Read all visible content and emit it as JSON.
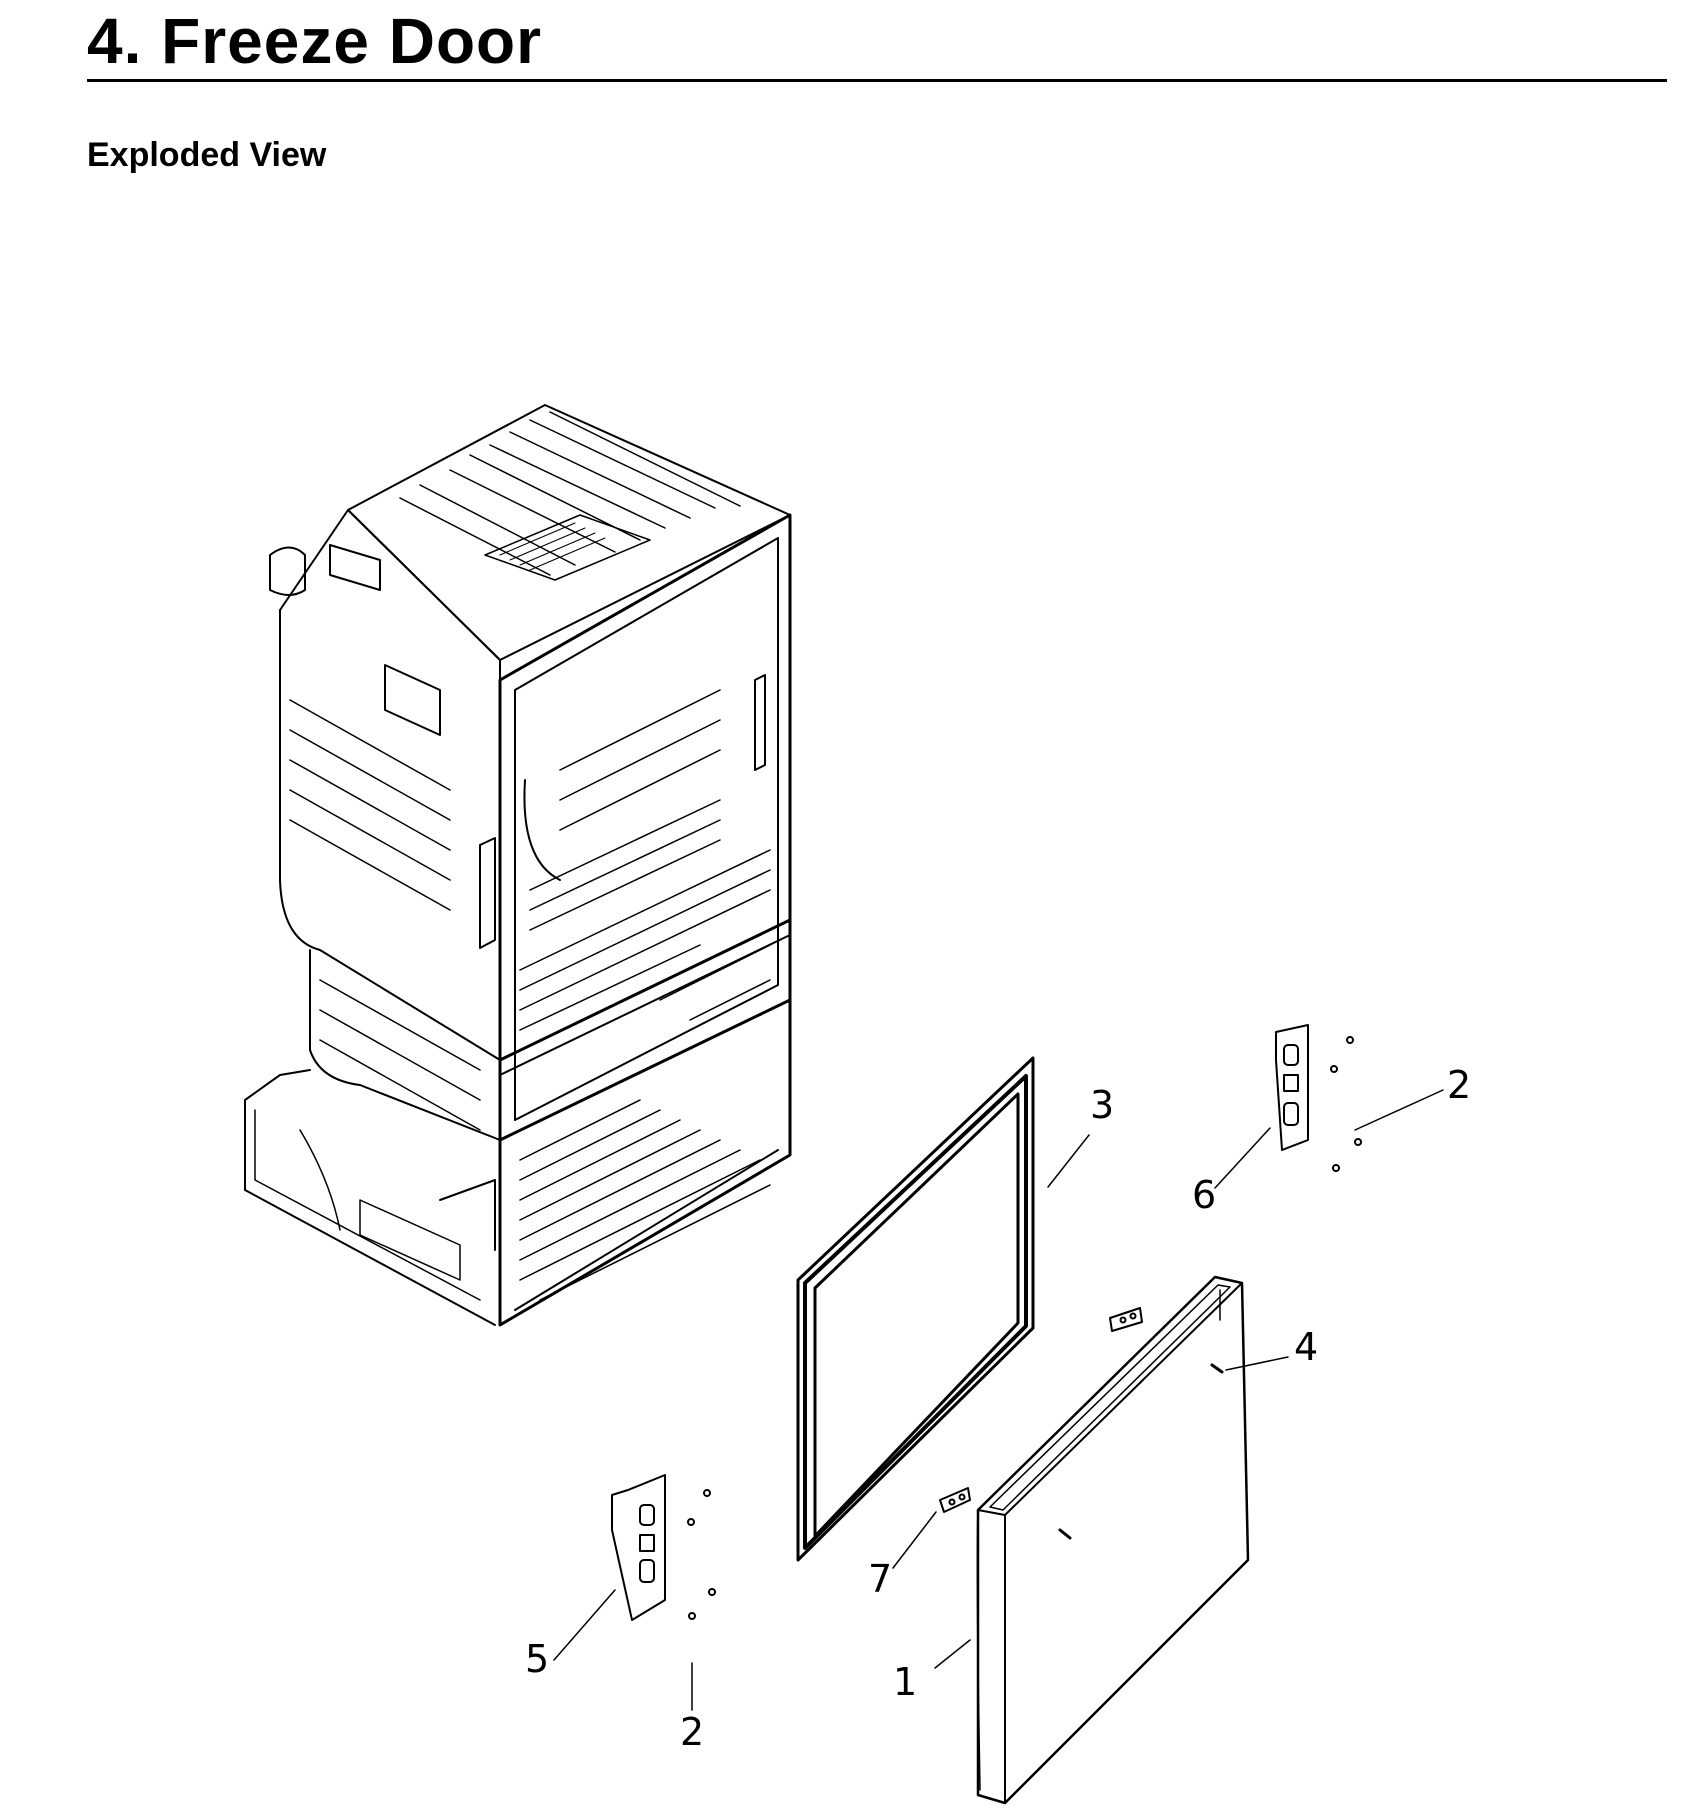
{
  "header": {
    "title": "4.  Freeze Door",
    "subtitle": "Exploded View"
  },
  "callouts": [
    "1",
    "2",
    "3",
    "4",
    "5",
    "6",
    "7",
    "2"
  ]
}
